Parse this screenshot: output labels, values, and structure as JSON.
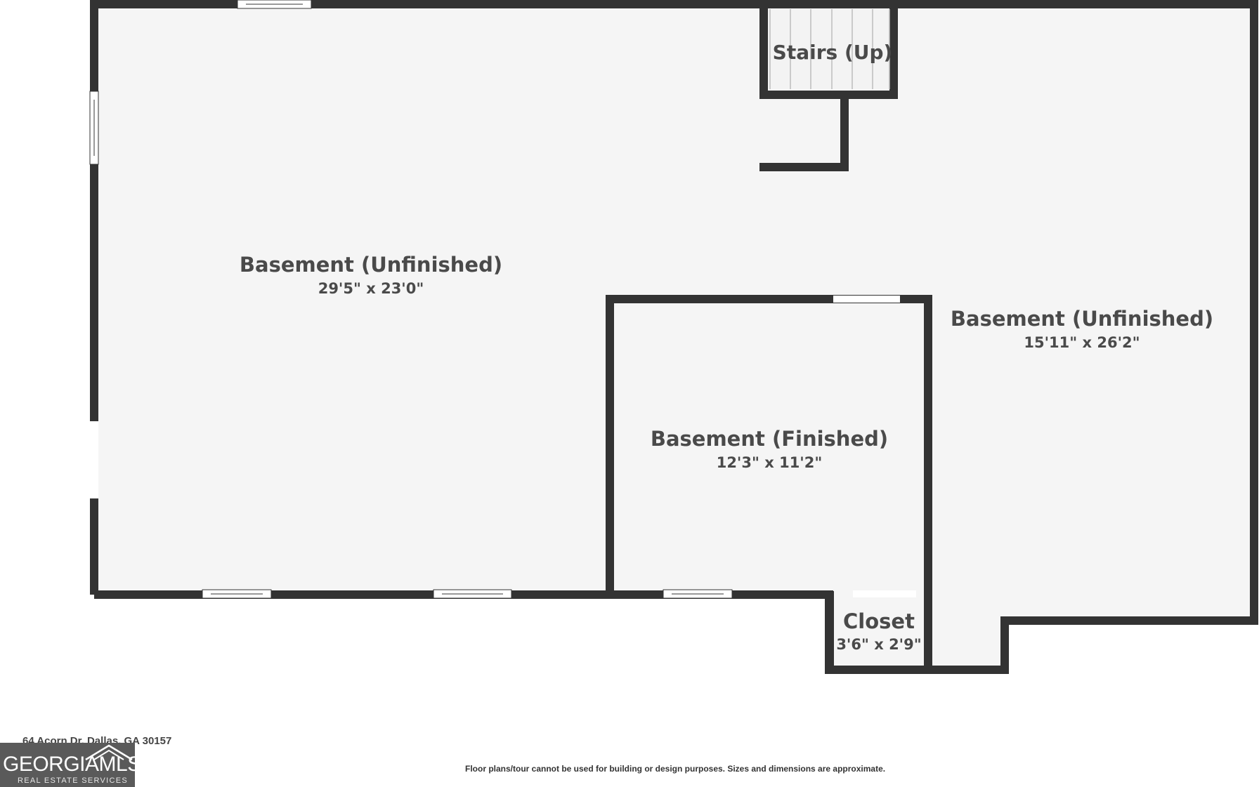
{
  "rooms": {
    "basement_left": {
      "name": "Basement (Unfinished)",
      "dims": "29'5\" x 23'0\""
    },
    "basement_right": {
      "name": "Basement (Unfinished)",
      "dims": "15'11\" x 26'2\""
    },
    "basement_finished": {
      "name": "Basement (Finished)",
      "dims": "12'3\" x 11'2\""
    },
    "closet": {
      "name": "Closet",
      "dims": "3'6\" x 2'9\""
    },
    "stairs": {
      "name": "Stairs (Up)"
    }
  },
  "footer": {
    "address": "64 Acorn Dr, Dallas, GA 30157",
    "disclaimer": "Floor plans/tour cannot be used for building or design purposes. Sizes and dimensions are approximate."
  },
  "logo": {
    "word": "GEORGIAMLS",
    "tagline": "REAL ESTATE SERVICES"
  },
  "colors": {
    "wall": "#333333",
    "floor": "#f5f5f5",
    "window": "#ffffff"
  }
}
